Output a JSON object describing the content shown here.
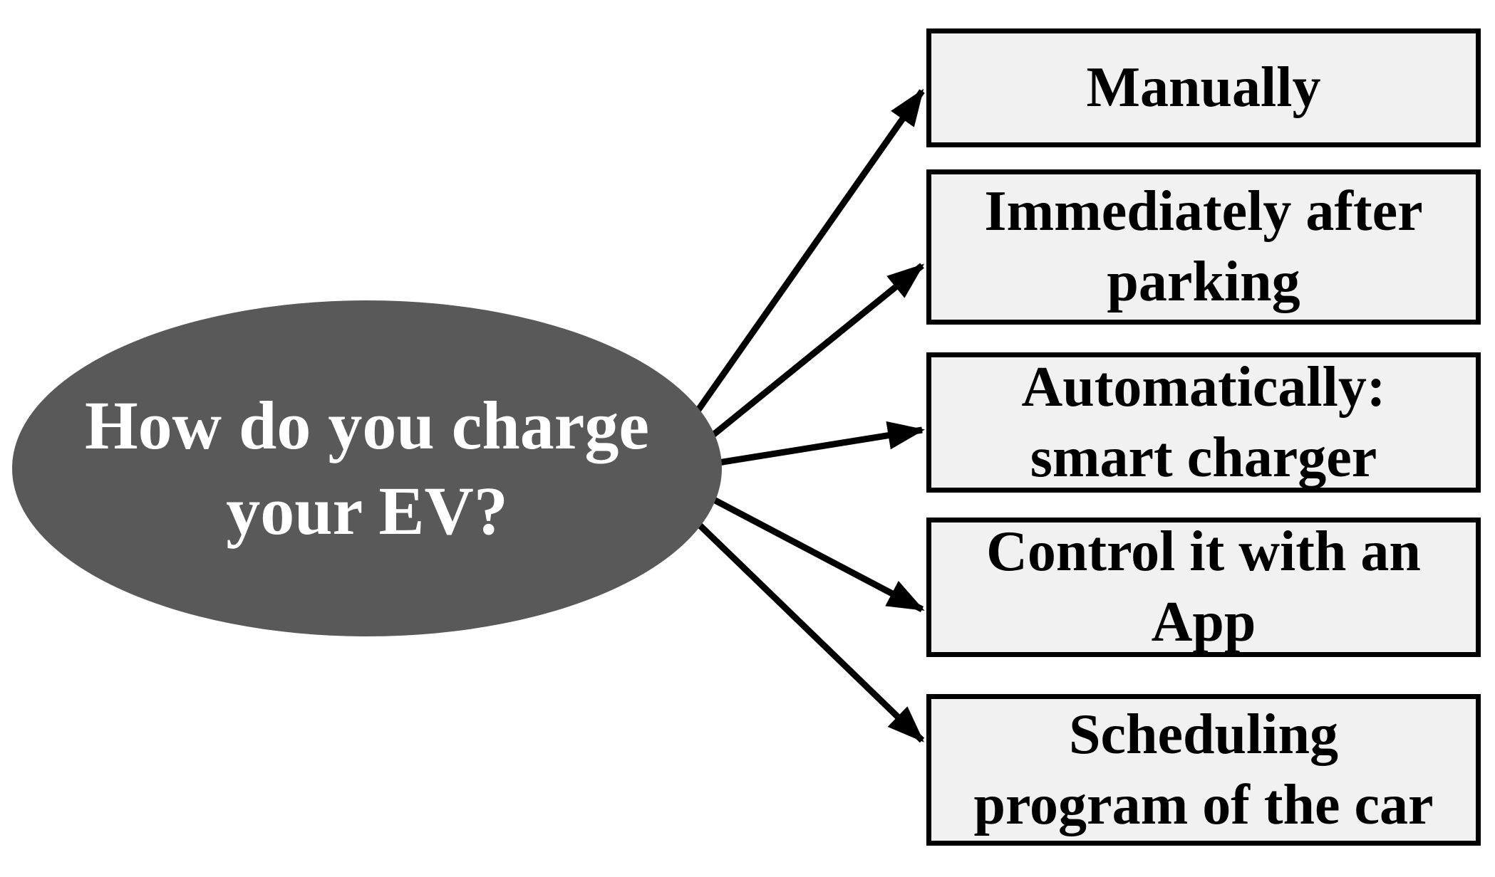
{
  "root": {
    "label": "How do you charge your EV?",
    "lines": [
      "How do you charge",
      "your EV?"
    ]
  },
  "options": [
    {
      "label": "Manually",
      "lines": [
        "Manually"
      ]
    },
    {
      "label": "Immediately after parking",
      "lines": [
        "Immediately after",
        "parking"
      ]
    },
    {
      "label": "Automatically: smart charger",
      "lines": [
        "Automatically:",
        "smart charger"
      ]
    },
    {
      "label": "Control it with an App",
      "lines": [
        "Control it with an",
        "App"
      ]
    },
    {
      "label": "Scheduling program of the car",
      "lines": [
        "Scheduling",
        "program of the car"
      ]
    }
  ],
  "colors": {
    "background": "#ffffff",
    "ellipse_fill": "#595959",
    "ellipse_text": "#ffffff",
    "box_fill": "#f1f1f1",
    "box_border": "#000000",
    "box_text": "#000000",
    "arrow": "#000000"
  }
}
